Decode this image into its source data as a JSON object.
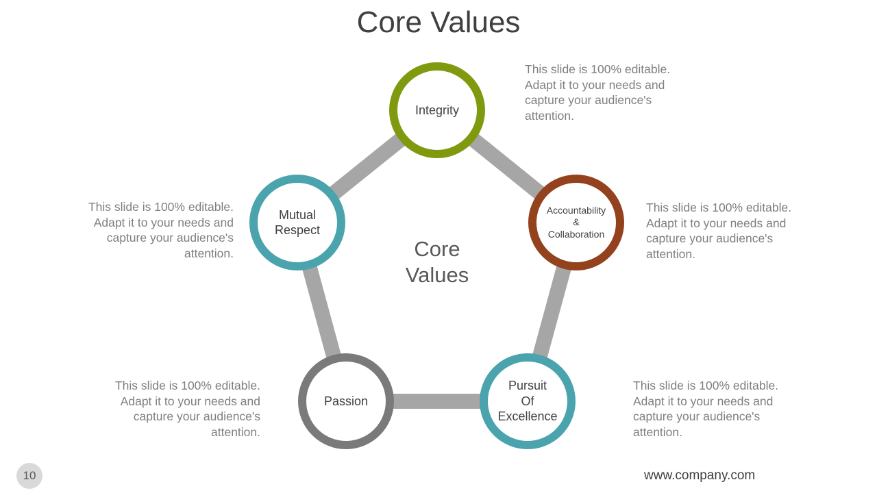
{
  "title": "Core Values",
  "center_label": "Core\nValues",
  "nodes": [
    {
      "id": "integrity",
      "label": "Integrity",
      "color": "#7f9a0e"
    },
    {
      "id": "accountability",
      "label": "Accountability\n&\nCollaboration",
      "color": "#94411e"
    },
    {
      "id": "pursuit",
      "label": "Pursuit\nOf\nExcellence",
      "color": "#4aa3ad"
    },
    {
      "id": "passion",
      "label": "Passion",
      "color": "#7a7a7a"
    },
    {
      "id": "mutual",
      "label": "Mutual\nRespect",
      "color": "#4aa3ad"
    }
  ],
  "connector_color": "#a6a6a6",
  "descriptions": {
    "integrity": "This slide is 100% editable. Adapt it to your needs and capture your audience's attention.",
    "accountability": "This slide is 100% editable. Adapt it to your needs and capture your audience's attention.",
    "pursuit": "This slide is 100% editable. Adapt it to your needs and capture your audience's attention.",
    "passion": "This slide is 100% editable. Adapt it to your needs and capture your audience's attention.",
    "mutual": "This slide is 100% editable. Adapt it to your needs and capture your audience's attention."
  },
  "footer": {
    "page_number": "10",
    "website": "www.company.com"
  }
}
